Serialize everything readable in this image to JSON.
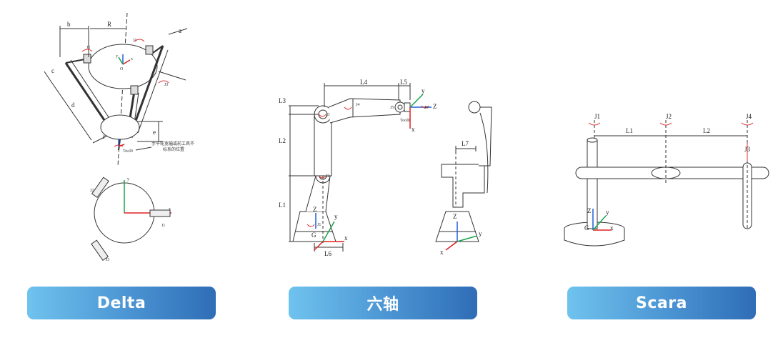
{
  "delta": {
    "button_label": "Delta",
    "dims": {
      "b": "b",
      "R": "R",
      "a": "a",
      "c": "c",
      "d": "d",
      "r": "r",
      "e": "e"
    },
    "joints": {
      "j1": "J1",
      "j2": "J2",
      "j3": "J3"
    },
    "axes": {
      "x": "x",
      "y": "y",
      "origin": "O"
    },
    "tool_label": "Tool0",
    "note_line1": "手平轮宽幅或前工具不",
    "note_line2": "标系的位置",
    "bottom": {
      "y": "y",
      "x": "x",
      "j1": "J1",
      "j2": "J2",
      "j3": "J3"
    }
  },
  "six_axis": {
    "button_label": "六轴",
    "dims": {
      "l1": "L1",
      "l2": "L2",
      "l3": "L3",
      "l4": "L4",
      "l5": "L5",
      "l6": "L6",
      "l7": "L7"
    },
    "joints": {
      "j1": "J1",
      "j2": "J2",
      "j3": "J3",
      "j4": "J4",
      "j5": "J5",
      "j6": "J6"
    },
    "axes": {
      "x": "x",
      "y": "y",
      "z": "Z",
      "g": "G"
    },
    "tool_label": "Tool0",
    "tool_axes": {
      "x": "x",
      "y": "y",
      "z": "Z"
    },
    "side_axes": {
      "x": "x",
      "y": "y",
      "z": "Z"
    }
  },
  "scara": {
    "button_label": "Scara",
    "dims": {
      "l1": "L1",
      "l2": "L2"
    },
    "joints": {
      "j1": "J1",
      "j2": "J2",
      "j3": "J3",
      "j4": "J4"
    },
    "axes": {
      "x": "x",
      "y": "y",
      "z": "Z",
      "g": "G"
    }
  },
  "colors": {
    "axis_x": "#e02020",
    "axis_y": "#17a34a",
    "axis_z": "#1f5fd6",
    "rotation": "#e03030",
    "pill_start": "#6fc3ee",
    "pill_end": "#2f6db6"
  }
}
